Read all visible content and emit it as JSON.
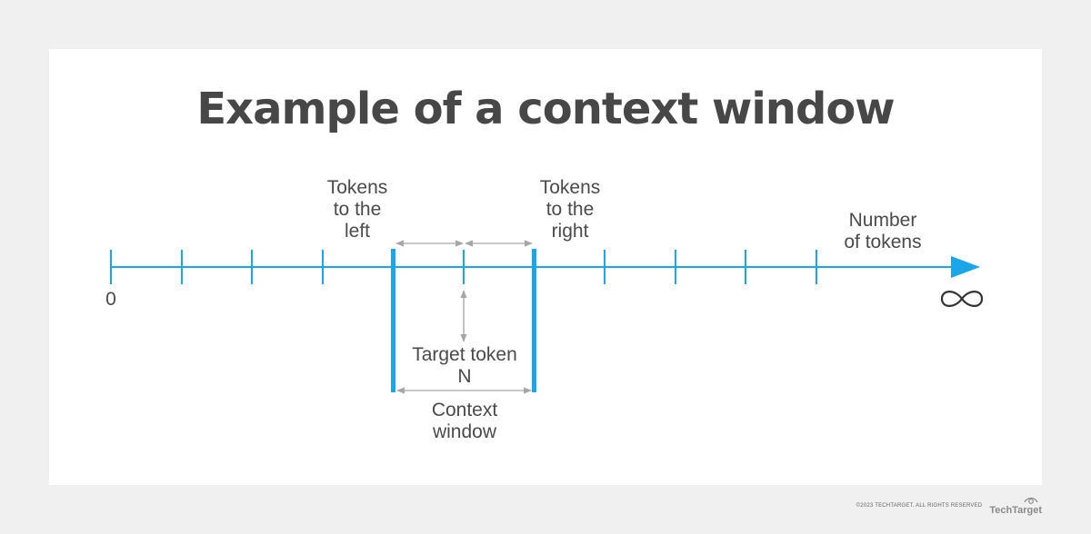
{
  "title": "Example of a context window",
  "axis": {
    "start_label": "0",
    "end_label": "∞",
    "axis_label": "Number\nof tokens"
  },
  "labels": {
    "tokens_left": "Tokens\nto the\nleft",
    "tokens_right": "Tokens\nto the\nright",
    "target_token": "Target token\nN",
    "context_window": "Context\nwindow"
  },
  "footer": {
    "copyright": "©2023 TECHTARGET. ALL RIGHTS RESERVED",
    "brand": "TechTarget"
  },
  "colors": {
    "axis": "#1aa6e8",
    "text": "#4a4a4a",
    "title": "#474747",
    "annotation": "#a6a6a6",
    "background": "#f0f0f0",
    "card": "#ffffff"
  }
}
